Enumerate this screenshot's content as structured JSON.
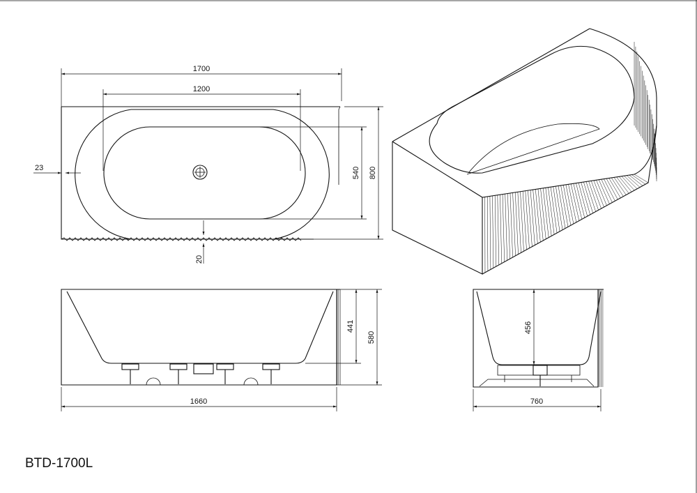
{
  "model_code": "BTD-1700L",
  "dimensions": {
    "top_length": "1700",
    "top_inner_length": "1200",
    "top_rim_width": "23",
    "top_inner_width": "540",
    "top_width": "800",
    "top_bottom_gap": "20",
    "front_inner_depth": "441",
    "front_height": "580",
    "front_length": "1660",
    "side_inner_depth": "456",
    "side_width": "760"
  },
  "colors": {
    "line": "#111111",
    "background": "#ffffff"
  }
}
